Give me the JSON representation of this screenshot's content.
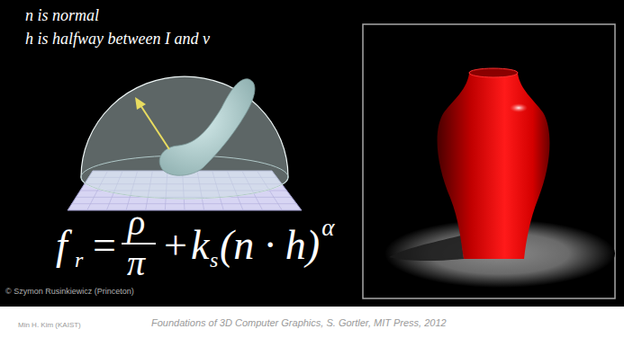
{
  "diagram": {
    "labels": [
      "n is normal",
      "h is halfway between I and v",
      "f",
      "r",
      "=",
      "ρ",
      "π",
      "+",
      "k",
      "s",
      "(n · h)",
      "α",
      "© Szymon Rusinkiewicz (Princeton)",
      "Min H. Kim (KAIST)",
      "Foundations of 3D Computer Graphics, S. Gortler, MIT Press, 2012"
    ]
  }
}
